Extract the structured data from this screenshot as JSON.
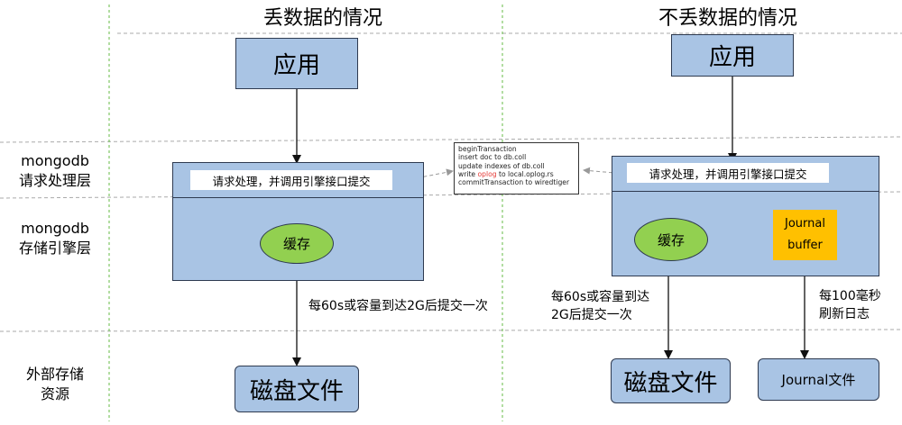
{
  "titles": {
    "left": "丢数据的情况",
    "right": "不丢数据的情况"
  },
  "layers": {
    "request": {
      "line1": "mongodb",
      "line2": "请求处理层"
    },
    "storage": {
      "line1": "mongodb",
      "line2": "存储引擎层"
    },
    "external": {
      "line1": "外部存储",
      "line2": "资源"
    }
  },
  "left": {
    "app": "应用",
    "request": "请求处理，并调用引擎接口提交",
    "cache": "缓存",
    "flush_note": "每60s或容量到达2G后提交一次",
    "disk": "磁盘文件"
  },
  "right": {
    "app": "应用",
    "request": "请求处理，并调用引擎接口提交",
    "cache": "缓存",
    "journal_buffer": {
      "line1": "Journal",
      "line2": "buffer"
    },
    "flush_note": {
      "line1": "每60s或容量到达",
      "line2": "2G后提交一次"
    },
    "journal_note": {
      "line1": "每100毫秒",
      "line2": "刷新日志"
    },
    "disk": "磁盘文件",
    "journal_file": "Journal文件"
  },
  "popup": {
    "line1": "beginTransaction",
    "line2": "insert doc to db.coll",
    "line3": "update indexes of db.coll",
    "line4_pre": "write ",
    "line4_hl": "oplog",
    "line4_post": " to local.oplog.rs",
    "line5": "commitTransaction to wiredtiger"
  },
  "colors": {
    "box_fill": "#a9c4e4",
    "border": "#2e3a50",
    "cache_fill": "#92d050",
    "journal_buffer_fill": "#ffc000",
    "highlight": "#e53935",
    "separator": "#aaaaaa",
    "column_separator": "#66bb44"
  }
}
